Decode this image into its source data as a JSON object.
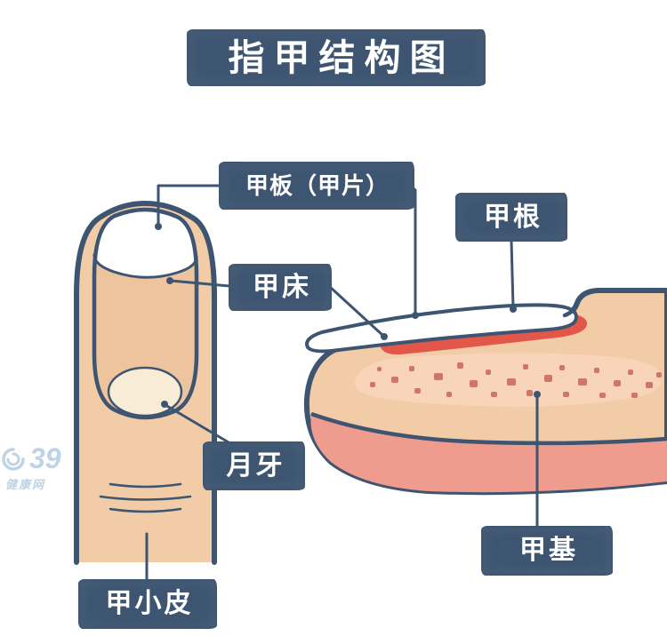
{
  "title": "指甲结构图",
  "labels": {
    "nail_plate": "甲板（甲片）",
    "nail_root": "甲根",
    "nail_bed": "甲床",
    "lunula": "月牙",
    "cuticle": "甲小皮",
    "nail_matrix": "甲基"
  },
  "watermark": {
    "brand": "39",
    "caption": "健康网"
  },
  "colors": {
    "navy": "#3d5571",
    "skin": "#f2cba7",
    "nail": "#edc49d",
    "free_edge": "#ffffff",
    "lunula": "#f8ecd6",
    "bed_red": "#e2574a",
    "tissue": "#ef9b8e",
    "bone": "#f8d5b8",
    "dot": "#d0756a",
    "watermark": "#7fa8cf",
    "background": "#ffffff"
  }
}
